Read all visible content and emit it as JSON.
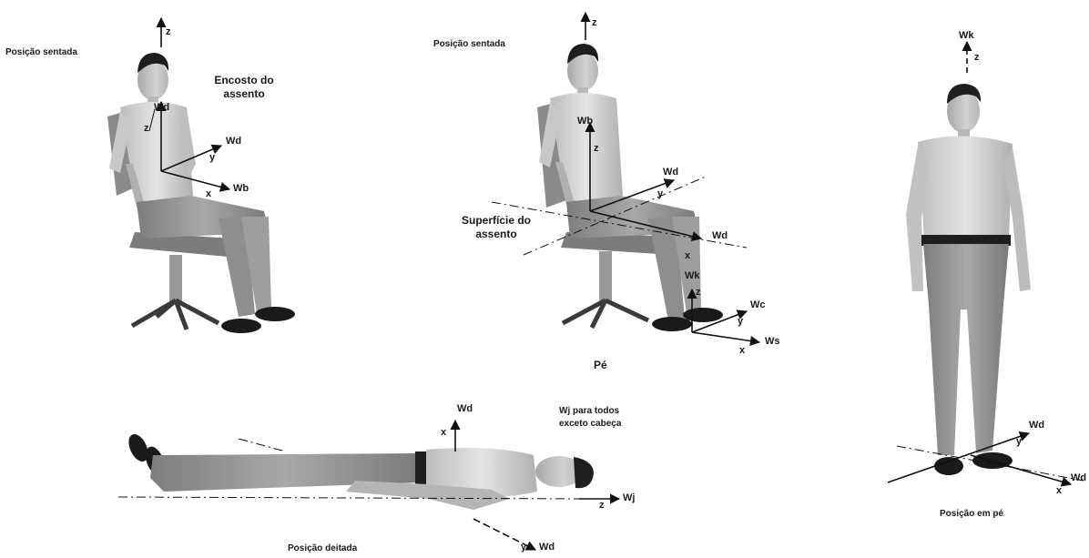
{
  "labels": {
    "seated_backrest_title": "Posição sentada",
    "seated_backrest_annotation_line1": "Encosto do",
    "seated_backrest_annotation_line2": "assento",
    "seated_seat_title": "Posição sentada",
    "seat_surface_line1": "Superfície do",
    "seat_surface_line2": "assento",
    "foot": "Pé",
    "standing_title": "Posição em pé",
    "lying_title": "Posição deitada",
    "wj_note_line1": "Wj para todos",
    "wj_note_line2": "exceto cabeça"
  },
  "axes": {
    "z": "z",
    "x": "x",
    "y": "y",
    "Wd": "Wd",
    "Wk": "Wk",
    "Wb": "Wb",
    "Wj": "Wj",
    "Wc": "Wc",
    "Ws": "Ws"
  },
  "colors": {
    "skin": "#c9c9c9",
    "shirt": "#d8d8d8",
    "pants": "#9a9a9a",
    "hair": "#1e1e1e",
    "shoe": "#1a1a1a",
    "chair": "#8c8c8c",
    "axis": "#111111"
  }
}
